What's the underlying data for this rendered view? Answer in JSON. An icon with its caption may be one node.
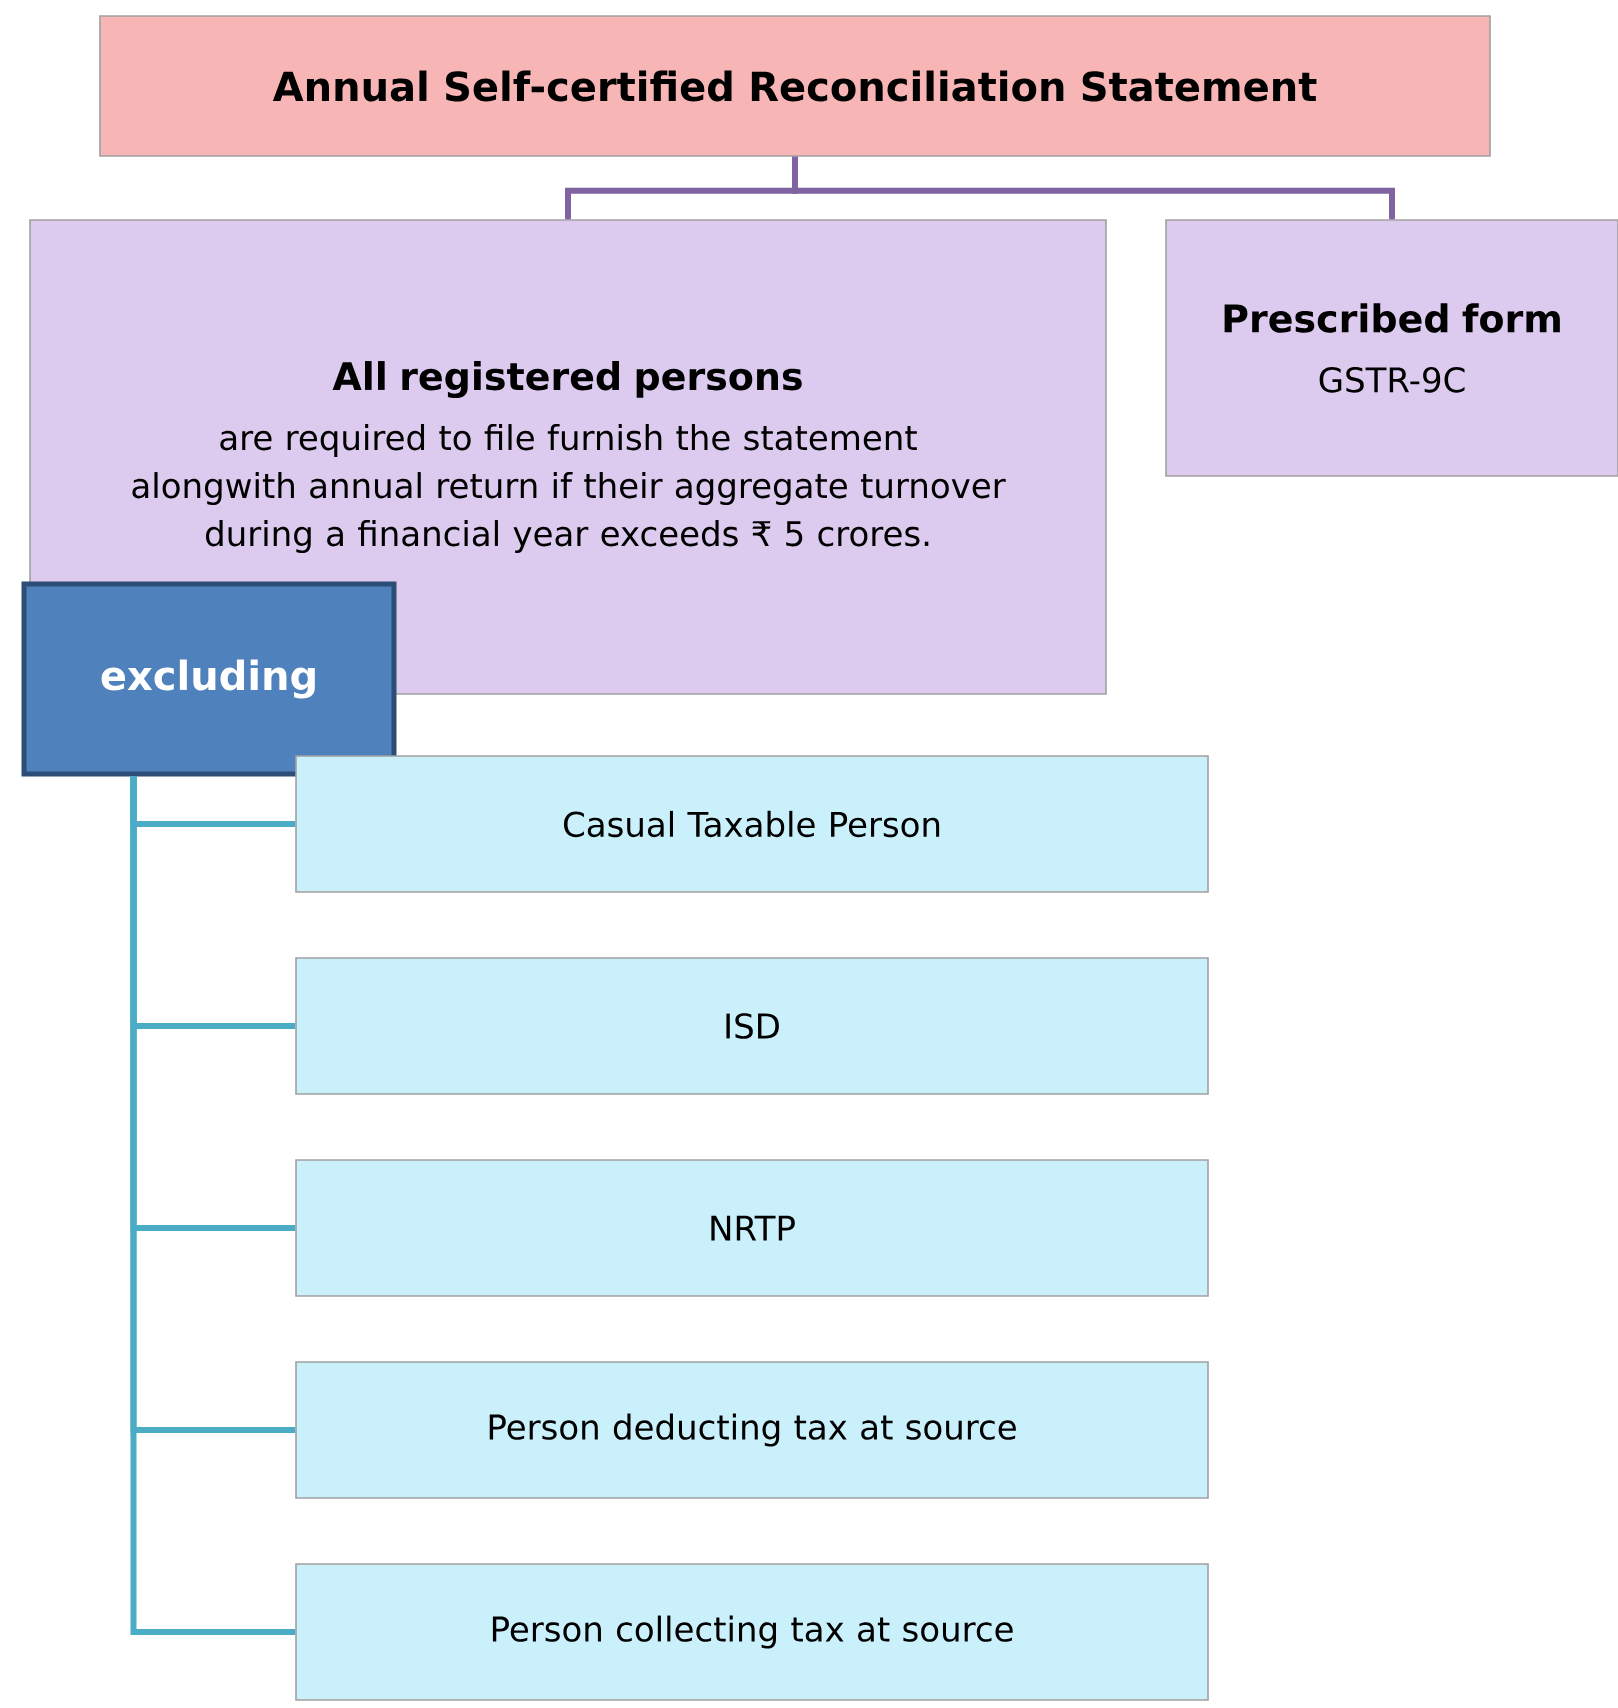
{
  "diagram": {
    "nodes": [
      {
        "text": [
          "Annual Self-certified Reconciliation Statement"
        ]
      },
      {
        "text": [
          "All registered persons",
          "are required to file furnish the statement alongwith annual return if their aggregate turnover during a financial year exceeds ₹ 5 crores."
        ]
      },
      {
        "text": [
          "Prescribed form",
          "GSTR-9C"
        ]
      },
      {
        "text": [
          "excluding"
        ]
      },
      {
        "text": [
          "Casual Taxable Person"
        ]
      },
      {
        "text": [
          "ISD"
        ]
      },
      {
        "text": [
          "NRTP"
        ]
      },
      {
        "text": [
          "Person deducting tax at source"
        ]
      },
      {
        "text": [
          "Person collecting tax at source"
        ]
      }
    ],
    "edges": [
      {
        "from": 0,
        "to": 1,
        "arrow": "none",
        "color": "#8064a2"
      },
      {
        "from": 0,
        "to": 2,
        "arrow": "none",
        "color": "#8064a2"
      },
      {
        "from": 3,
        "to": 4,
        "arrow": "none"
      },
      {
        "from": 3,
        "to": 5,
        "arrow": "none"
      },
      {
        "from": 3,
        "to": 6,
        "arrow": "none"
      },
      {
        "from": 3,
        "to": 7,
        "arrow": "none"
      },
      {
        "from": 3,
        "to": 8,
        "arrow": "none"
      }
    ]
  }
}
